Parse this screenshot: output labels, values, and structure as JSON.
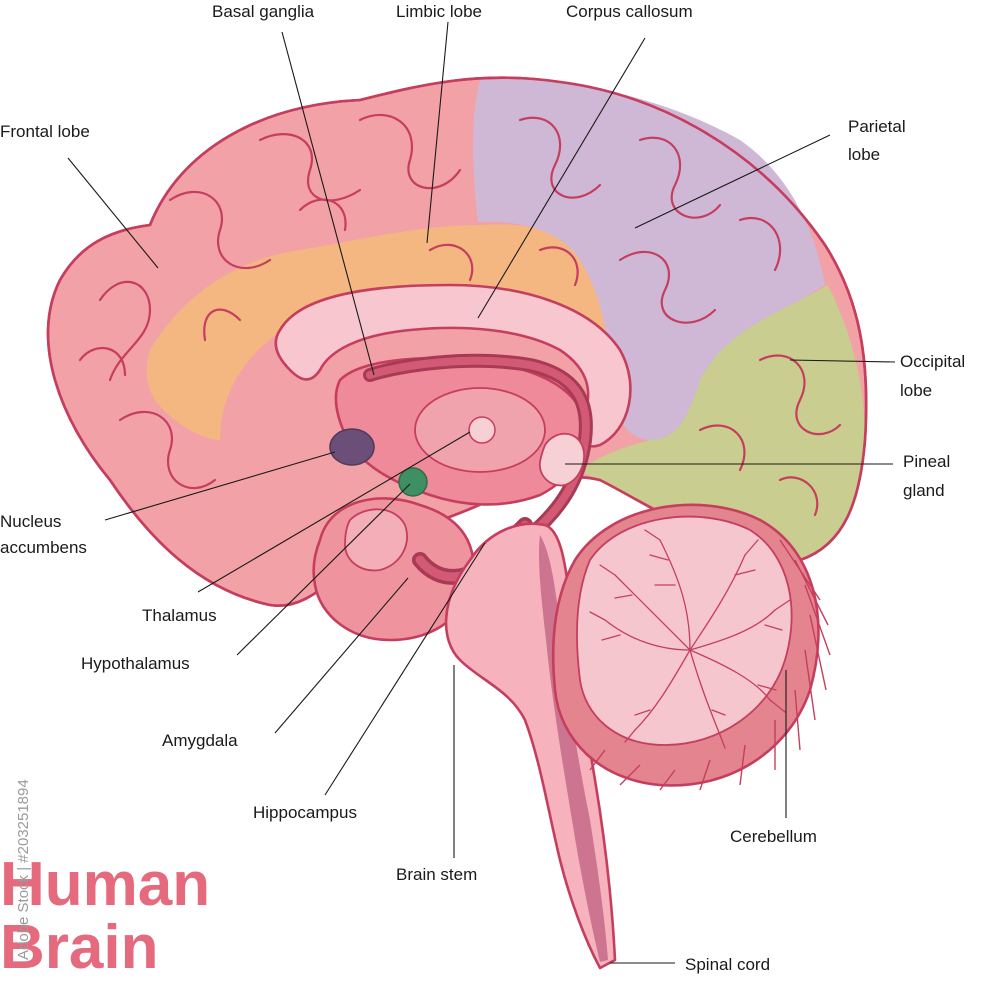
{
  "title": {
    "line1": "Human",
    "line2": "Brain"
  },
  "side_text": "Adobe Stock | #203251894",
  "colors": {
    "frontal": "#f2a1a6",
    "limbic": "#f3b880",
    "parietal": "#cfb8d6",
    "occipital": "#c9cd8f",
    "outline": "#c63e5e",
    "title": "#e56a7e",
    "accumbens": "#6b4f78",
    "hypothalamus": "#3e8f64"
  },
  "labels": {
    "basal_ganglia": "Basal ganglia",
    "limbic_lobe": "Limbic lobe",
    "corpus_callosum": "Corpus callosum",
    "frontal_lobe": "Frontal lobe",
    "parietal_lobe_1": "Parietal",
    "parietal_lobe_2": "lobe",
    "occipital_lobe_1": "Occipital",
    "occipital_lobe_2": "lobe",
    "pineal_gland_1": "Pineal",
    "pineal_gland_2": "gland",
    "nucleus_accumbens_1": "Nucleus",
    "nucleus_accumbens_2": "accumbens",
    "thalamus": "Thalamus",
    "hypothalamus": "Hypothalamus",
    "amygdala": "Amygdala",
    "hippocampus": "Hippocampus",
    "brain_stem": "Brain stem",
    "cerebellum": "Cerebellum",
    "spinal_cord": "Spinal cord"
  }
}
